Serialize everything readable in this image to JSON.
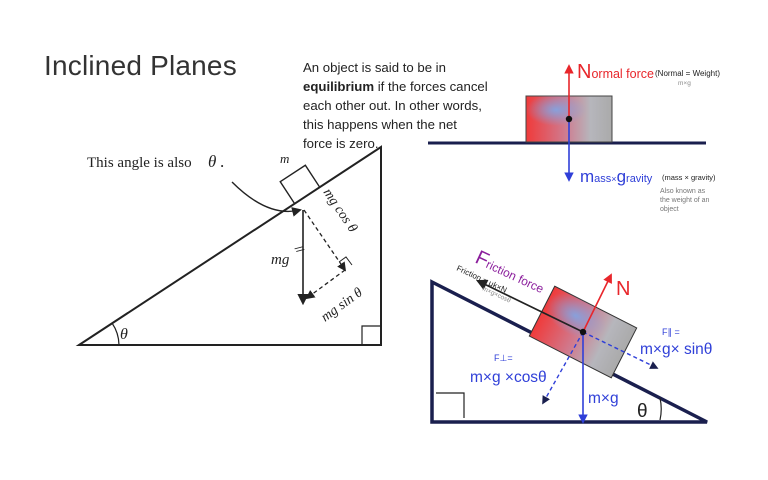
{
  "slide": {
    "title": "Inclined Planes",
    "paragraph": {
      "prefix": "An object is said to be in ",
      "bold": "equilibrium",
      "suffix": " if the forces cancel each other out. In other words, this happens when the net force is zero."
    }
  },
  "diagram_left": {
    "angle_note": "This angle is also",
    "theta": "θ",
    "theta_dot": ".",
    "mass_label": "m",
    "weight_label": "mg",
    "cos_label": "mg cos θ",
    "sin_label": "mg sin θ",
    "parallel_mark": "//"
  },
  "diagram_normal": {
    "normal_cap": "N",
    "normal_rest": "ormal force",
    "normal_note": "(Normal = Weight)",
    "normal_sub": "m×g",
    "mass_cap": "m",
    "mass_rest": "ass",
    "times": "×",
    "gravity_cap": "g",
    "gravity_rest": "ravity",
    "gravity_note": "(mass × gravity)",
    "weight_note_1": "Also known as",
    "weight_note_2": "the weight of an",
    "weight_note_3": "object"
  },
  "diagram_friction": {
    "friction_cap": "F",
    "friction_rest": "riction force",
    "friction_formula": "Friction = μk×N",
    "friction_sub": "m×g×cosθ",
    "normal_label": "N",
    "f_parallel_label": "F∥ =",
    "f_parallel_expr": "m×g× sinθ",
    "f_perp_label": "F⊥=",
    "f_perp_expr": "m×g ×cosθ",
    "weight_label": "m×g",
    "theta": "θ"
  },
  "colors": {
    "navy": "#1a1f4e",
    "red": "#e8262b",
    "blue": "#2f3fd8",
    "purple": "#8b1d9c",
    "gray_text": "#555555"
  }
}
